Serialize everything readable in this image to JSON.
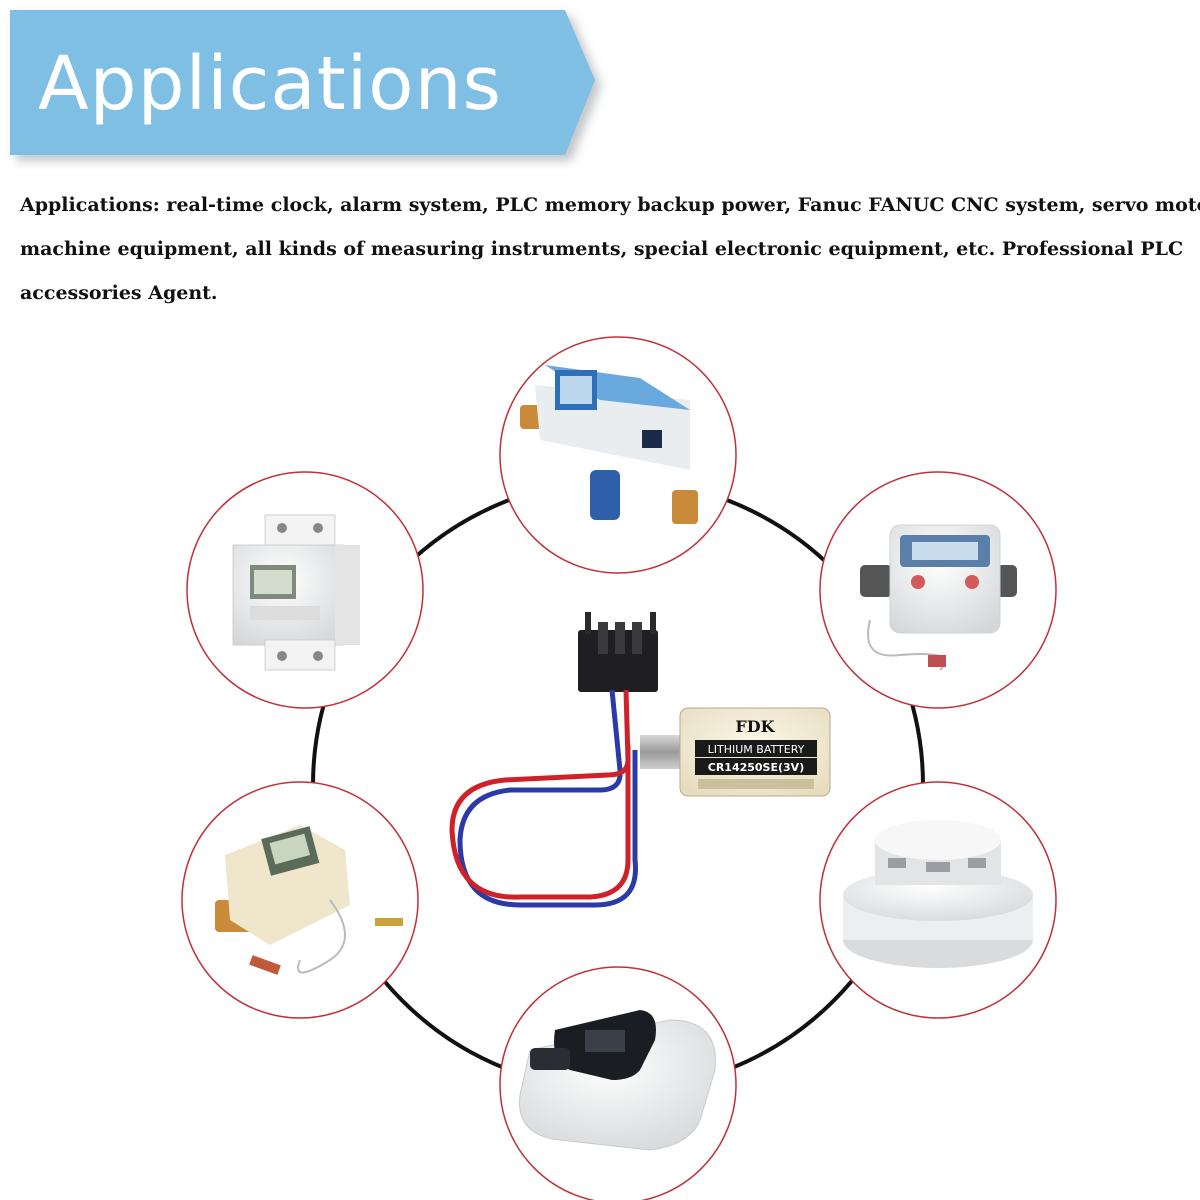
{
  "banner": {
    "title": "Applications",
    "color": "#7fbfe4"
  },
  "description": {
    "lines": [
      "Applications: real-time clock, alarm system, PLC memory backup power, Fanuc FANUC CNC system, servo motor,",
      "machine equipment, all kinds of measuring instruments, special electronic equipment, etc. Professional PLC",
      "accessories Agent."
    ]
  },
  "battery": {
    "brand": "FDK",
    "type_label": "LITHIUM BATTERY",
    "model": "CR14250SE(3V)"
  },
  "devices": [
    {
      "name": "smart-water-meter"
    },
    {
      "name": "heat-meter"
    },
    {
      "name": "smoke-detector"
    },
    {
      "name": "handheld-device"
    },
    {
      "name": "ultrasonic-meter"
    },
    {
      "name": "din-rail-energy-meter"
    }
  ],
  "colors": {
    "circle_border": "#c0303a",
    "ring": "#111111",
    "wire_red": "#d0202a",
    "wire_blue": "#2a3aa8"
  }
}
